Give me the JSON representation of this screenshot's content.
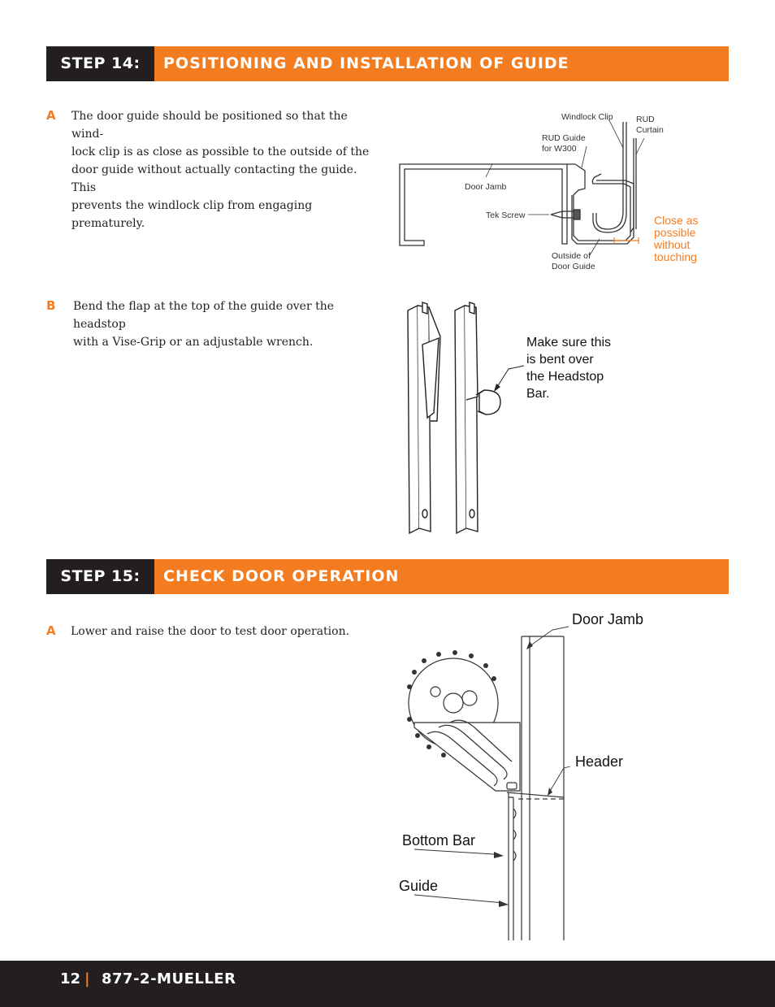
{
  "step14": {
    "label": "STEP 14:",
    "title": "POSITIONING AND INSTALLATION OF GUIDE",
    "a": {
      "letter": "A",
      "lines": [
        "The door guide should be positioned so that the wind-",
        "lock clip is as close as possible to the outside of the",
        "door guide without actually contacting the guide.  This",
        "prevents the windlock clip from engaging prematurely."
      ]
    },
    "b": {
      "letter": "B",
      "lines": [
        "Bend the flap at the top of the guide over the headstop",
        "with a Vise-Grip or an adjustable wrench."
      ]
    },
    "fig1": {
      "windlock_clip": "Windlock Clip",
      "rud_curtain_1": "RUD",
      "rud_curtain_2": "Curtain",
      "rud_guide_1": "RUD Guide",
      "rud_guide_2": "for W300",
      "door_jamb": "Door Jamb",
      "tek_screw": "Tek Screw",
      "outside_1": "Outside of",
      "outside_2": "Door Guide",
      "close_1": "Close as",
      "close_2": "possible",
      "close_3": "without",
      "close_4": "touching"
    },
    "fig2": {
      "note_1": "Make sure this",
      "note_2": "is bent over",
      "note_3": "the Headstop",
      "note_4": "Bar."
    }
  },
  "step15": {
    "label": "STEP 15:",
    "title": "CHECK DOOR OPERATION",
    "a": {
      "letter": "A",
      "text": "Lower and raise the door to test door operation."
    },
    "fig": {
      "door_jamb": "Door Jamb",
      "header": "Header",
      "bottom_bar": "Bottom Bar",
      "guide": "Guide"
    }
  },
  "footer": {
    "page": "12",
    "separator": "|",
    "phone": "877-2-MUELLER"
  },
  "colors": {
    "accent": "#f47c20",
    "dark": "#231f20"
  }
}
